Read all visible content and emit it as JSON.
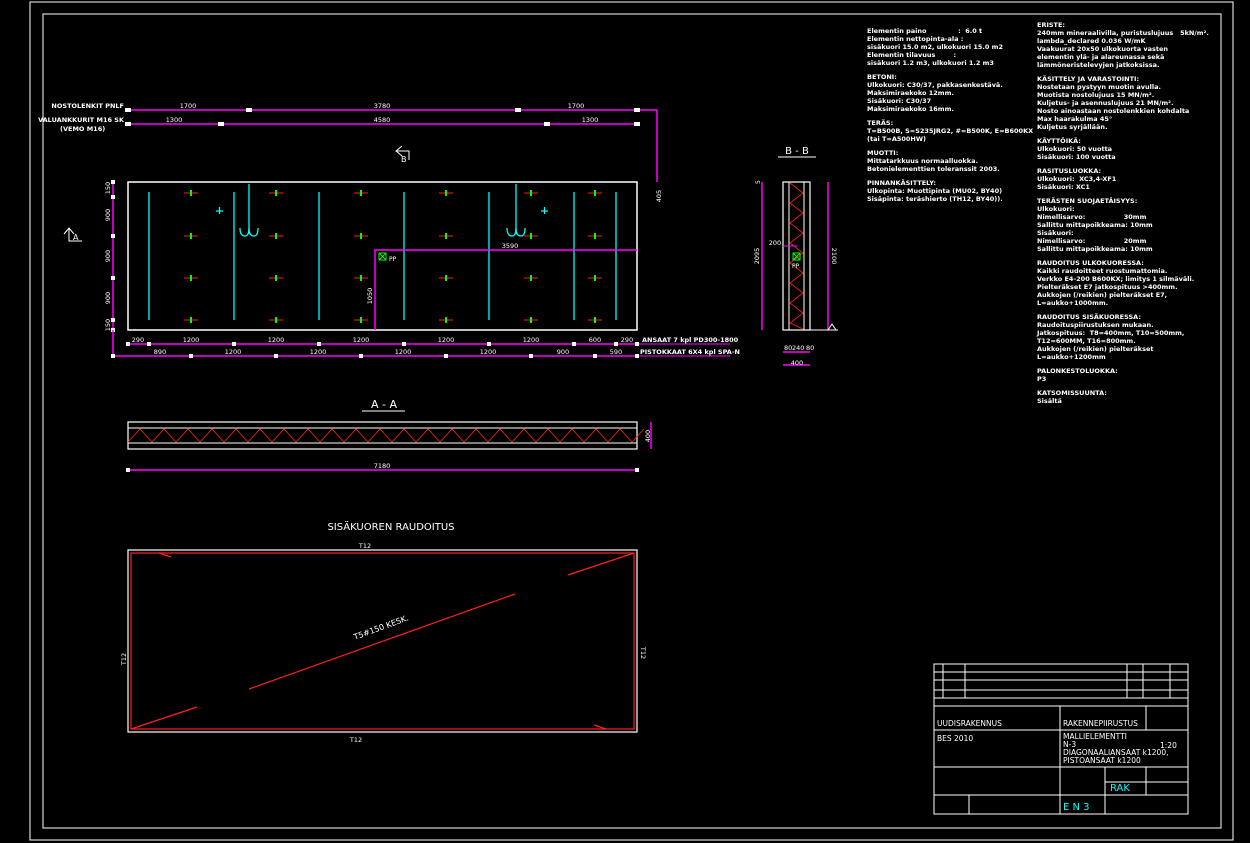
{
  "notes_left": [
    {
      "heading": "",
      "lines": [
        "Elementin paino              :  6.0 t",
        "Elementin nettopinta-ala :",
        "sisäkuori 15.0 m2, ulkokuori 15.0 m2",
        "Elementin tilavuus        :",
        "sisäkuori 1.2 m3, ulkokuori 1.2 m3"
      ]
    },
    {
      "heading": "BETONI:",
      "lines": [
        "Ulkokuori: C30/37, pakkasenkestävä.",
        "Maksimiraekoko 12mm.",
        "Sisäkuori: C30/37",
        "Maksimiraekoko 16mm."
      ]
    },
    {
      "heading": "TERÄS:",
      "lines": [
        "T=B500B, S=S235JRG2, #=B500K, E=B600KX",
        "(tai T=A500HW)"
      ]
    },
    {
      "heading": "MUOTTI:",
      "lines": [
        "Mittatarkkuus normaalluokka.",
        "Betonielementtien toleranssit 2003."
      ]
    },
    {
      "heading": "PINNANKÄSITTELY:",
      "lines": [
        "Ulkopinta: Muottipinta (MU02, BY40)",
        "Sisäpinta: teräshierto (TH12, BY40))."
      ]
    }
  ],
  "notes_right": [
    {
      "heading": "ERISTE:",
      "lines": [
        "240mm mineraalivilla, puristuslujuus   5kN/m².",
        "lambda_declared 0.036 W/mK",
        "Vaakuurat 20x50 ulkokuorta vasten",
        "elementin ylä- ja alareunassa sekä",
        "lämmöneristelevyjen jatkoksissa."
      ]
    },
    {
      "heading": "KÄSITTELY JA VARASTOINTI:",
      "lines": [
        "Nostetaan pystyyn muotin avulla.",
        "Muotista nostolujuus 15 MN/m².",
        "Kuljetus- ja asennuslujuus 21 MN/m².",
        "Nosto ainoastaan nostolenkkien kohdalta",
        "Max haarakulma 45°",
        "Kuljetus syrjällään."
      ]
    },
    {
      "heading": "KÄYTTÖIKÄ:",
      "lines": [
        "Ulkokuori: 50 vuotta",
        "Sisäkuori: 100 vuotta"
      ]
    },
    {
      "heading": "RASITUSLUOKKA:",
      "lines": [
        "Ulkokuori:  XC3,4-XF1",
        "Sisäkuori: XC1"
      ]
    },
    {
      "heading": "TERÄSTEN SUOJAETÄISYYS:",
      "lines": [
        "Ulkokuori:",
        "Nimellisarvo:                 30mm",
        "Sallittu mittapoikkeama: 10mm",
        "Sisäkuori:",
        "Nimellisarvo:                 20mm",
        "Sallittu mittapoikkeama: 10mm"
      ]
    },
    {
      "heading": "RAUDOITUS ULKOKUORESSA:",
      "lines": [
        "Kaikki raudoitteet ruostumattomia.",
        "Verkko E4-200 B600KX; limitys 1 silmäväli.",
        "Pielteräkset E7 jatkospituus >400mm.",
        "Aukkojen (/reikien) pielteräkset E7,",
        "L=aukko+1000mm."
      ]
    },
    {
      "heading": "RAUDOITUS SISÄKUORESSA:",
      "lines": [
        "Raudoituspiirustuksen mukaan.",
        "Jatkospituus:  T8=400mm, T10=500mm,",
        "T12=600MM, T16=800mm.",
        "Aukkojen (/reikien) pielteräkset",
        "L=aukko+1200mm"
      ]
    },
    {
      "heading": "PALONKESTOLUOKKA:",
      "lines": [
        "P3"
      ]
    },
    {
      "heading": "KATSOMISSUUNTA:",
      "lines": [
        "Sisältä"
      ]
    }
  ],
  "elevation": {
    "row1_label": "NOSTOLENKIT PNLF",
    "row2_label": "VALUANKKURIT M16 SK",
    "row2_sub": "(VEMO M16)",
    "top_dims_1": [
      "1700",
      "3780",
      "1700"
    ],
    "top_dims_2": [
      "1300",
      "4580",
      "1300"
    ],
    "right_dim": "405",
    "left_dims": [
      "150",
      "900",
      "900",
      "900",
      "150"
    ],
    "inner_dim_h": "3590",
    "inner_dim_v": "1050",
    "pp_label": "PP",
    "bottom_dims_1": [
      "290",
      "1200",
      "1200",
      "1200",
      "1200",
      "1200",
      "600",
      "290"
    ],
    "bottom_label_1": "ANSAAT 7 kpl PD300-1800",
    "bottom_dims_2": [
      "890",
      "1200",
      "1200",
      "1200",
      "1200",
      "900",
      "590"
    ],
    "bottom_label_2": "PISTOKKAAT 6X4 kpl SPA-N",
    "marker_a": "A",
    "marker_b": "B"
  },
  "section_bb": {
    "title": "B - B",
    "dim_left": "2095",
    "dim_right": "2100",
    "dim_5": "5",
    "dim_200": "200",
    "pp_label": "PP",
    "bottom_dims": [
      "80",
      "240",
      "80"
    ],
    "total": "400"
  },
  "section_aa": {
    "title": "A - A",
    "length": "7180",
    "height": "400"
  },
  "rebar": {
    "title": "SISÄKUOREN RAUDOITUS",
    "label_top": "T12",
    "label_bottom": "T12",
    "label_left": "T12",
    "label_right": "T12",
    "diag_label": "T5#150 KESK."
  },
  "title_block": {
    "project": "UUDISRAKENNUS",
    "type": "RAKENNEPIIRUSTUS",
    "site": "BES 2010",
    "content_1": "MALLIELEMENTTI",
    "content_2": "N-3",
    "content_3": "DIAGONAALIANSAAT k1200,",
    "content_4": "PISTOANSAAT k1200",
    "scale": "1:20",
    "discipline": "RAK",
    "drawing_no": "E     N 3"
  },
  "colors": {
    "background": "#000000",
    "frame": "#ffffff",
    "dimension": "#ff00ff",
    "rebar": "#ff2020",
    "accent_cyan": "#00ffff",
    "tick_green": "#00ff00"
  }
}
